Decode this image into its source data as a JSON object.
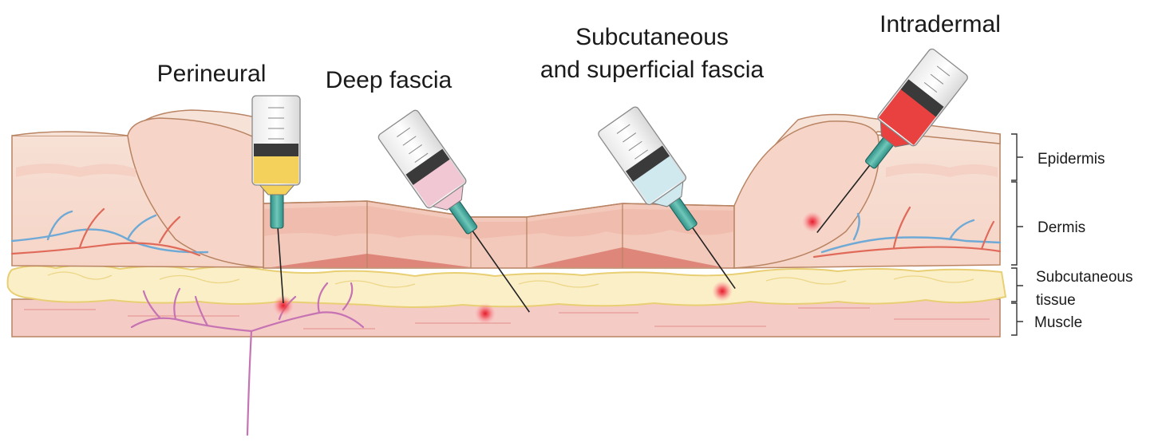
{
  "injection_labels": {
    "perineural": "Perineural",
    "deep_fascia": "Deep fascia",
    "subcutaneous_line1": "Subcutaneous",
    "subcutaneous_line2": "and superficial fascia",
    "intradermal": "Intradermal"
  },
  "layer_labels": {
    "epidermis": "Epidermis",
    "dermis": "Dermis",
    "subcutaneous_line1": "Subcutaneous",
    "subcutaneous_line2": "tissue",
    "muscle": "Muscle"
  },
  "syringe_fluid_colors": {
    "perineural": "#f3d15a",
    "deep_fascia": "#f2c7d4",
    "subcutaneous": "#cfe9ef",
    "intradermal": "#e8413f"
  },
  "tissue_colors": {
    "skin": "#f6d9cc",
    "skin_outline": "#b98463",
    "dermis": "#f2c3b4",
    "fat": "#fbefc8",
    "fat_outline": "#e9cf73",
    "muscle": "#f5c8c4",
    "nerve": "#c673b3",
    "vein": "#6fa9d6",
    "artery": "#e06a5a"
  }
}
